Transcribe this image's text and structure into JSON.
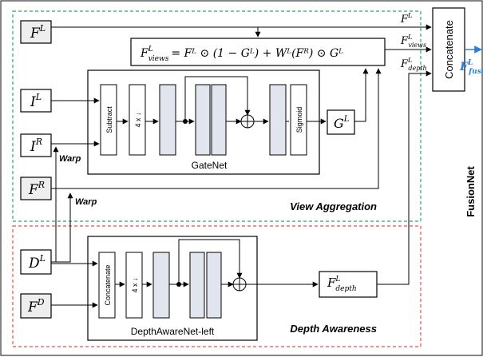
{
  "sections": {
    "view_aggregation": "View Aggregation",
    "depth_awareness": "Depth Awareness",
    "fusionnet": "FusionNet"
  },
  "inputs": {
    "fl": "F",
    "fl_sup": "L",
    "il": "I",
    "il_sup": "L",
    "ir": "I",
    "ir_sup": "R",
    "fr": "F",
    "fr_sup": "R",
    "dl": "D",
    "dl_sup": "L",
    "fd": "F",
    "fd_sup": "D"
  },
  "gatenet": {
    "name": "GateNet",
    "subtract": "Subtract",
    "downsample": "4 x ↓",
    "sigmoid": "Sigmoid",
    "output": "G",
    "output_sup": "L"
  },
  "depthnet": {
    "name": "DepthAwareNet-left",
    "concatenate": "Concatenate",
    "downsample": "4 x ↓",
    "output": "F",
    "output_sup": "L",
    "output_sub": "depth"
  },
  "formula": {
    "lhs": "F",
    "lhs_sup": "L",
    "lhs_sub": "views",
    "rhs": "= Fᴸ ⊙ (1 − Gᴸ) + Wᴸ(Fᴿ) ⊙ Gᴸ"
  },
  "warp": {
    "label1": "Warp",
    "label2": "Warp"
  },
  "concat": {
    "label": "Concatenate",
    "in1": "F",
    "in1_sup": "L",
    "in2": "F",
    "in2_sup": "L",
    "in2_sub": "views",
    "in3": "F",
    "in3_sup": "L",
    "in3_sub": "depth",
    "out": "F",
    "out_sup": "L",
    "out_sub": "fuse"
  }
}
